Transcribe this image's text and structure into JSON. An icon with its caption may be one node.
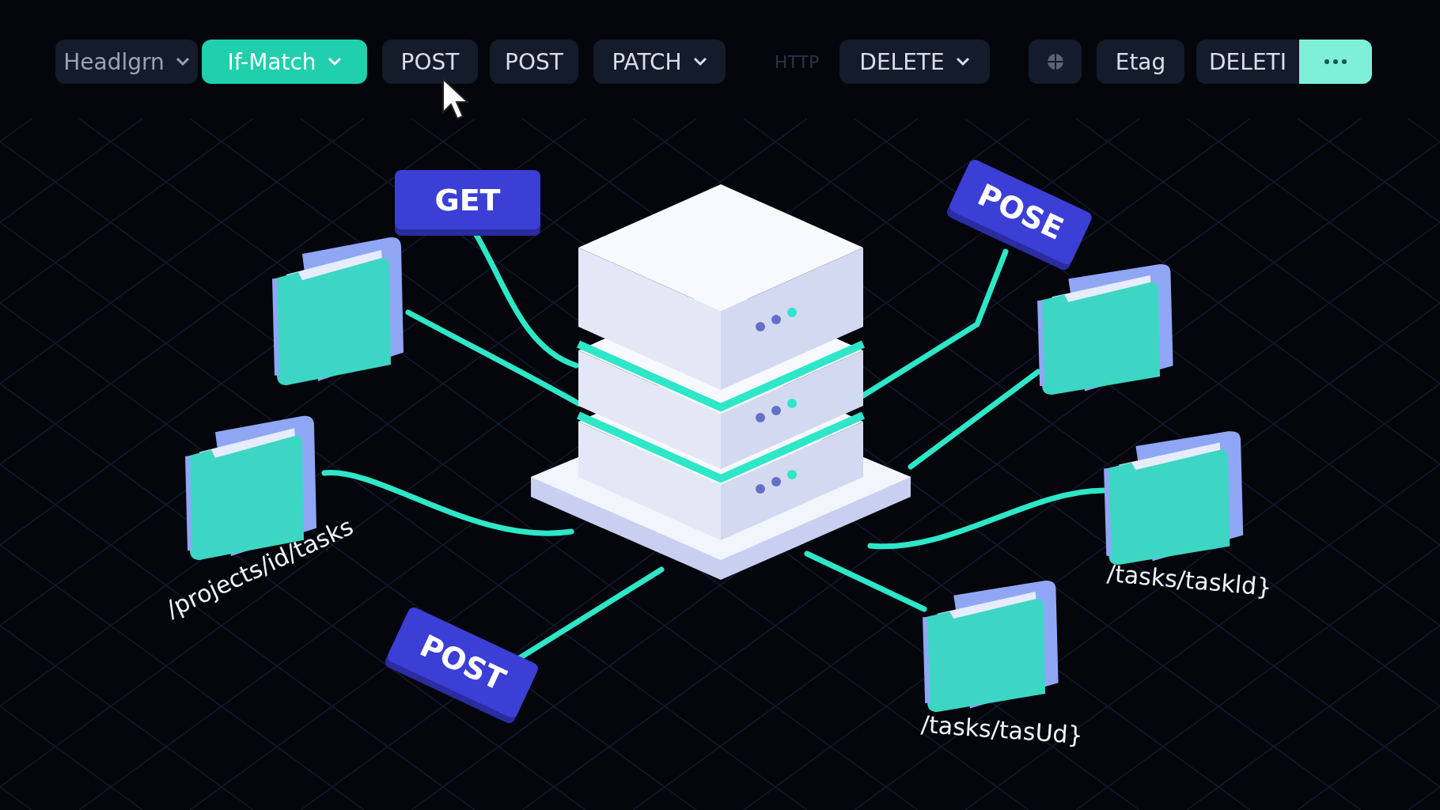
{
  "diagram": {
    "nodes": [
      {
        "text": [],
        "shape": "picture"
      },
      {
        "text": [
          "GET"
        ]
      },
      {
        "text": [
          "POSE"
        ]
      },
      {
        "text": [],
        "shape": "picture"
      },
      {
        "text": [],
        "shape": "picture",
        "beside": [
          "/projects/id/tasks"
        ]
      },
      {
        "text": [
          "POST"
        ]
      },
      {
        "text": [],
        "shape": "picture"
      },
      {
        "text": [],
        "shape": "picture",
        "beside": [
          "/tasks/taskld}"
        ]
      },
      {
        "text": [],
        "shape": "picture",
        "beside": [
          "/tasks/tasUd}"
        ]
      }
    ],
    "edges": [
      {
        "from": 1,
        "to": 0,
        "arrow": "none"
      },
      {
        "from": 3,
        "to": 0,
        "arrow": "none"
      },
      {
        "from": 4,
        "to": 0,
        "arrow": "none"
      },
      {
        "from": 5,
        "to": 0,
        "arrow": "none"
      },
      {
        "from": 2,
        "to": 0,
        "arrow": "none"
      },
      {
        "from": 6,
        "to": 0,
        "arrow": "none"
      },
      {
        "from": 7,
        "to": 0,
        "arrow": "none"
      },
      {
        "from": 8,
        "to": 0,
        "arrow": "none"
      }
    ],
    "labels": [
      "Headlgrn",
      "If-Match",
      "POST",
      "POST",
      "PATCH",
      "HTTP",
      "DELETE",
      "Etag",
      "DELETI"
    ]
  }
}
